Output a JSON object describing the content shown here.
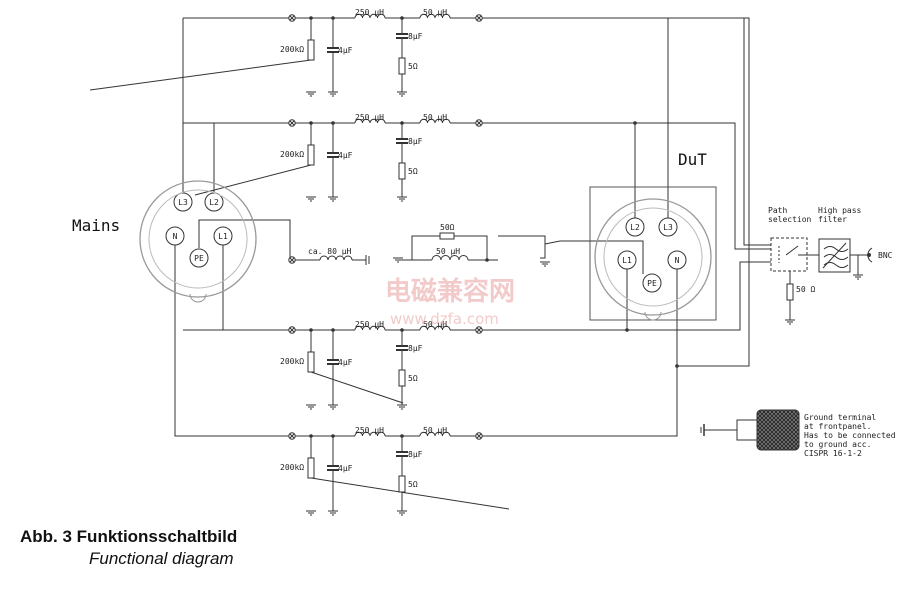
{
  "labels": {
    "mains": "Mains",
    "dut": "DuT",
    "path_selection_1": "Path",
    "path_selection_2": "selection",
    "high_pass_1": "High pass",
    "high_pass_2": "filter",
    "bnc": "BNC",
    "load_50ohm": "50 Ω",
    "ground_note": [
      "Ground terminal",
      "at frontpanel.",
      "Has to be connected",
      "to ground acc.",
      "CISPR 16-1-2"
    ]
  },
  "pins_mains": [
    "L3",
    "L2",
    "N",
    "L1",
    "PE"
  ],
  "pins_dut": [
    "L2",
    "L3",
    "L1",
    "N",
    "PE"
  ],
  "line_components": {
    "r_shunt": "200kΩ",
    "c_shunt": "4µF",
    "l_main": "250 µH",
    "l_second": "50 µH",
    "c_series": "8µF",
    "r_series": "5Ω"
  },
  "pe_components": {
    "l_pe": "ca. 80 µH",
    "r_pe": "50Ω",
    "l_pe2": "50 µH"
  },
  "watermark": {
    "cn": "电磁兼容网",
    "url": "www.dzfa.com"
  },
  "caption": {
    "title": "Abb. 3 Funktionsschaltbild",
    "subtitle": "Functional diagram"
  }
}
